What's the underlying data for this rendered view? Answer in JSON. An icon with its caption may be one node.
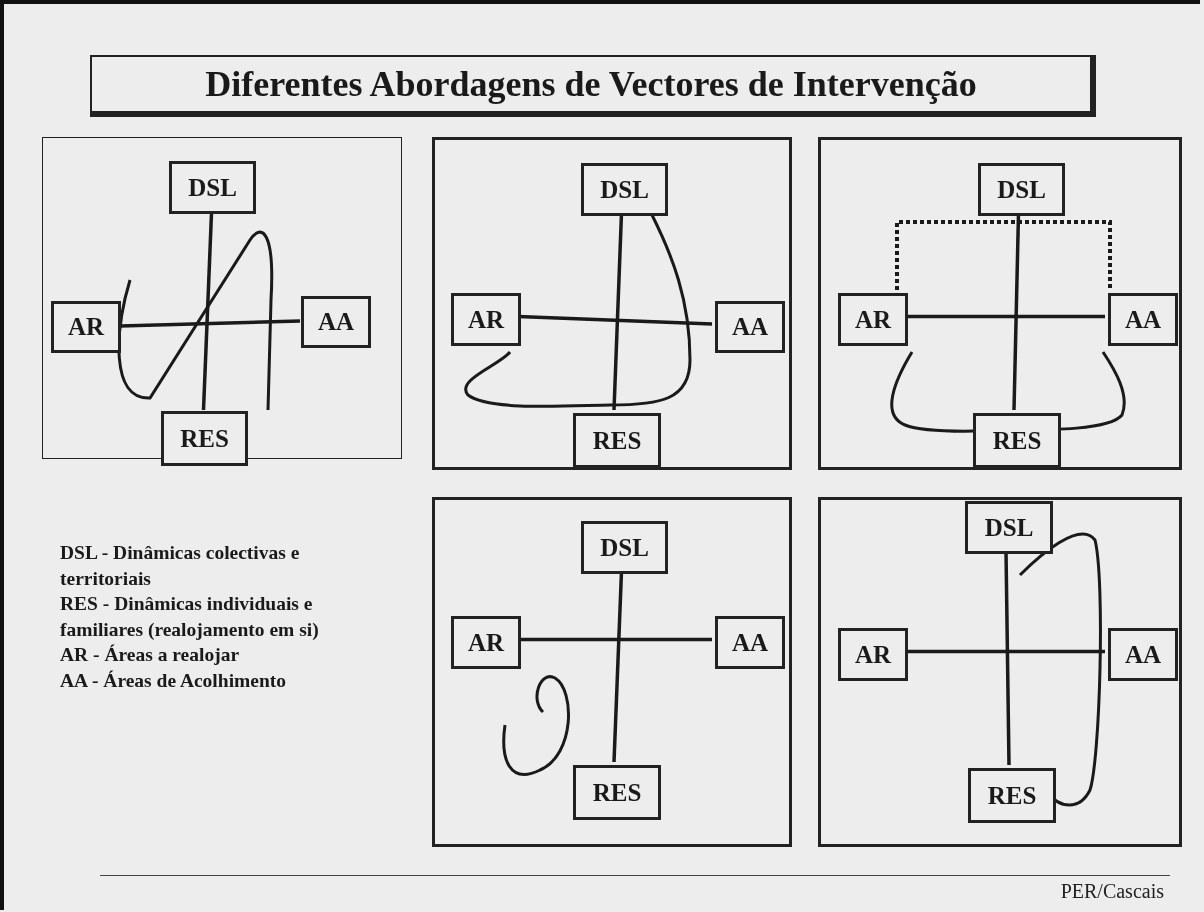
{
  "diagram": {
    "title": "Diferentes Abordagens de Vectores de Intervenção",
    "nodes": [
      {
        "text": [],
        "shape": "box"
      },
      {
        "text": [
          "DSL"
        ],
        "in": 0
      },
      {
        "text": [
          "AR"
        ],
        "in": 0
      },
      {
        "text": [
          "AA"
        ],
        "in": 0
      },
      {
        "text": [
          "RES"
        ],
        "in": 0
      },
      {
        "text": [],
        "shape": "box"
      },
      {
        "text": [
          "DSL"
        ],
        "in": 5
      },
      {
        "text": [
          "AR"
        ],
        "in": 5
      },
      {
        "text": [
          "AA"
        ],
        "in": 5
      },
      {
        "text": [
          "RES"
        ],
        "in": 5
      },
      {
        "text": [],
        "shape": "box"
      },
      {
        "text": [
          "DSL"
        ],
        "in": 10
      },
      {
        "text": [
          "AR"
        ],
        "in": 10
      },
      {
        "text": [
          "AA"
        ],
        "in": 10
      },
      {
        "text": [
          "RES"
        ],
        "in": 10
      },
      {
        "text": [],
        "shape": "box"
      },
      {
        "text": [
          "DSL"
        ],
        "in": 15
      },
      {
        "text": [
          "AR"
        ],
        "in": 15
      },
      {
        "text": [
          "AA"
        ],
        "in": 15
      },
      {
        "text": [
          "RES"
        ],
        "in": 15
      },
      {
        "text": [],
        "shape": "box"
      },
      {
        "text": [
          "DSL"
        ],
        "in": 20
      },
      {
        "text": [
          "AR"
        ],
        "in": 20
      },
      {
        "text": [
          "AA"
        ],
        "in": 20
      },
      {
        "text": [
          "RES"
        ],
        "in": 20
      }
    ],
    "edges": [
      {
        "from": 1,
        "to": 4,
        "arrow": "none"
      },
      {
        "from": 2,
        "to": 3,
        "arrow": "none"
      },
      {
        "from": 6,
        "to": 9,
        "arrow": "none"
      },
      {
        "from": 7,
        "to": 8,
        "arrow": "none"
      },
      {
        "from": 11,
        "to": 14,
        "arrow": "none"
      },
      {
        "from": 12,
        "to": 13,
        "arrow": "none"
      },
      {
        "from": 16,
        "to": 19,
        "arrow": "none"
      },
      {
        "from": 17,
        "to": 18,
        "arrow": "none"
      },
      {
        "from": 21,
        "to": 24,
        "arrow": "none"
      },
      {
        "from": 22,
        "to": 23,
        "arrow": "none"
      },
      {
        "from": 12,
        "to": 13,
        "arrow": "none",
        "style": "dashed"
      }
    ],
    "labels": [
      "DSL - Dinâmicas colectivas e territoriais",
      "RES - Dinâmicas individuais e familiares (realojamento em si)",
      "AR - Áreas a realojar",
      "AA - Áreas de Acolhimento",
      "PER/Cascais"
    ]
  }
}
